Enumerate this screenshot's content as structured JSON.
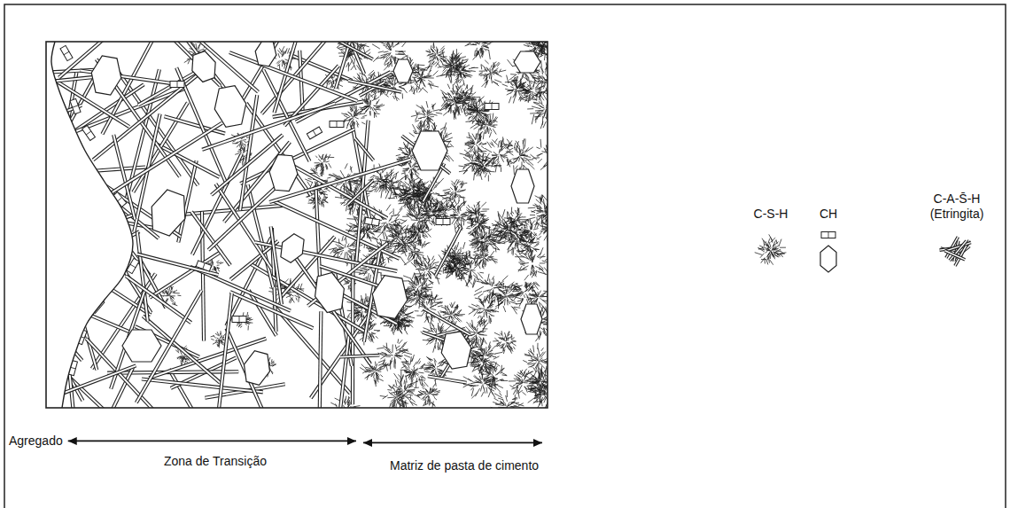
{
  "diagram": {
    "labels": [
      "Agregado",
      "Zona de Transição",
      "Matriz de pasta de cimento"
    ],
    "legend": [
      {
        "text": "C-S-H"
      },
      {
        "text": "CH"
      },
      {
        "text": "C-A-S̄-H (Etringita)"
      }
    ]
  }
}
